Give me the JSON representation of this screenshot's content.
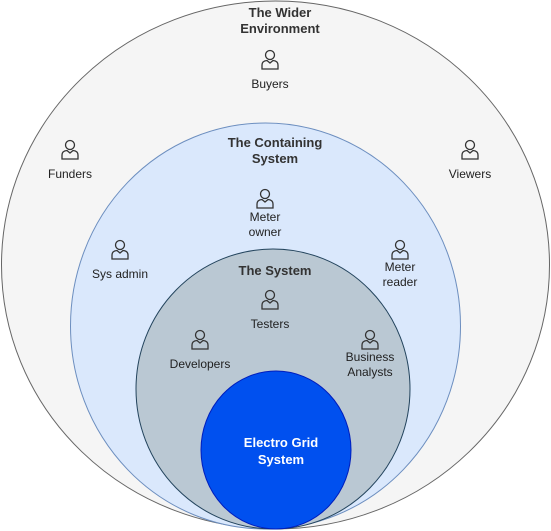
{
  "colors": {
    "outer_fill": "#f5f5f5",
    "containing_fill": "#dae8fc",
    "containing_stroke": "#6c8ebf",
    "system_fill": "#bac8d3",
    "system_stroke": "#23445d",
    "core_fill": "#0050ef",
    "core_stroke": "#001dbc"
  },
  "rings": {
    "outer_title": "The Wider\nEnvironment",
    "containing_title": "The Containing\nSystem",
    "system_title": "The System",
    "core_title": "Electro Grid\nSystem"
  },
  "actors": {
    "buyers": "Buyers",
    "funders": "Funders",
    "viewers": "Viewers",
    "meter_owner": "Meter\nowner",
    "sys_admin": "Sys admin",
    "meter_reader": "Meter\nreader",
    "testers": "Testers",
    "developers": "Developers",
    "business_analysts": "Business\nAnalysts"
  }
}
